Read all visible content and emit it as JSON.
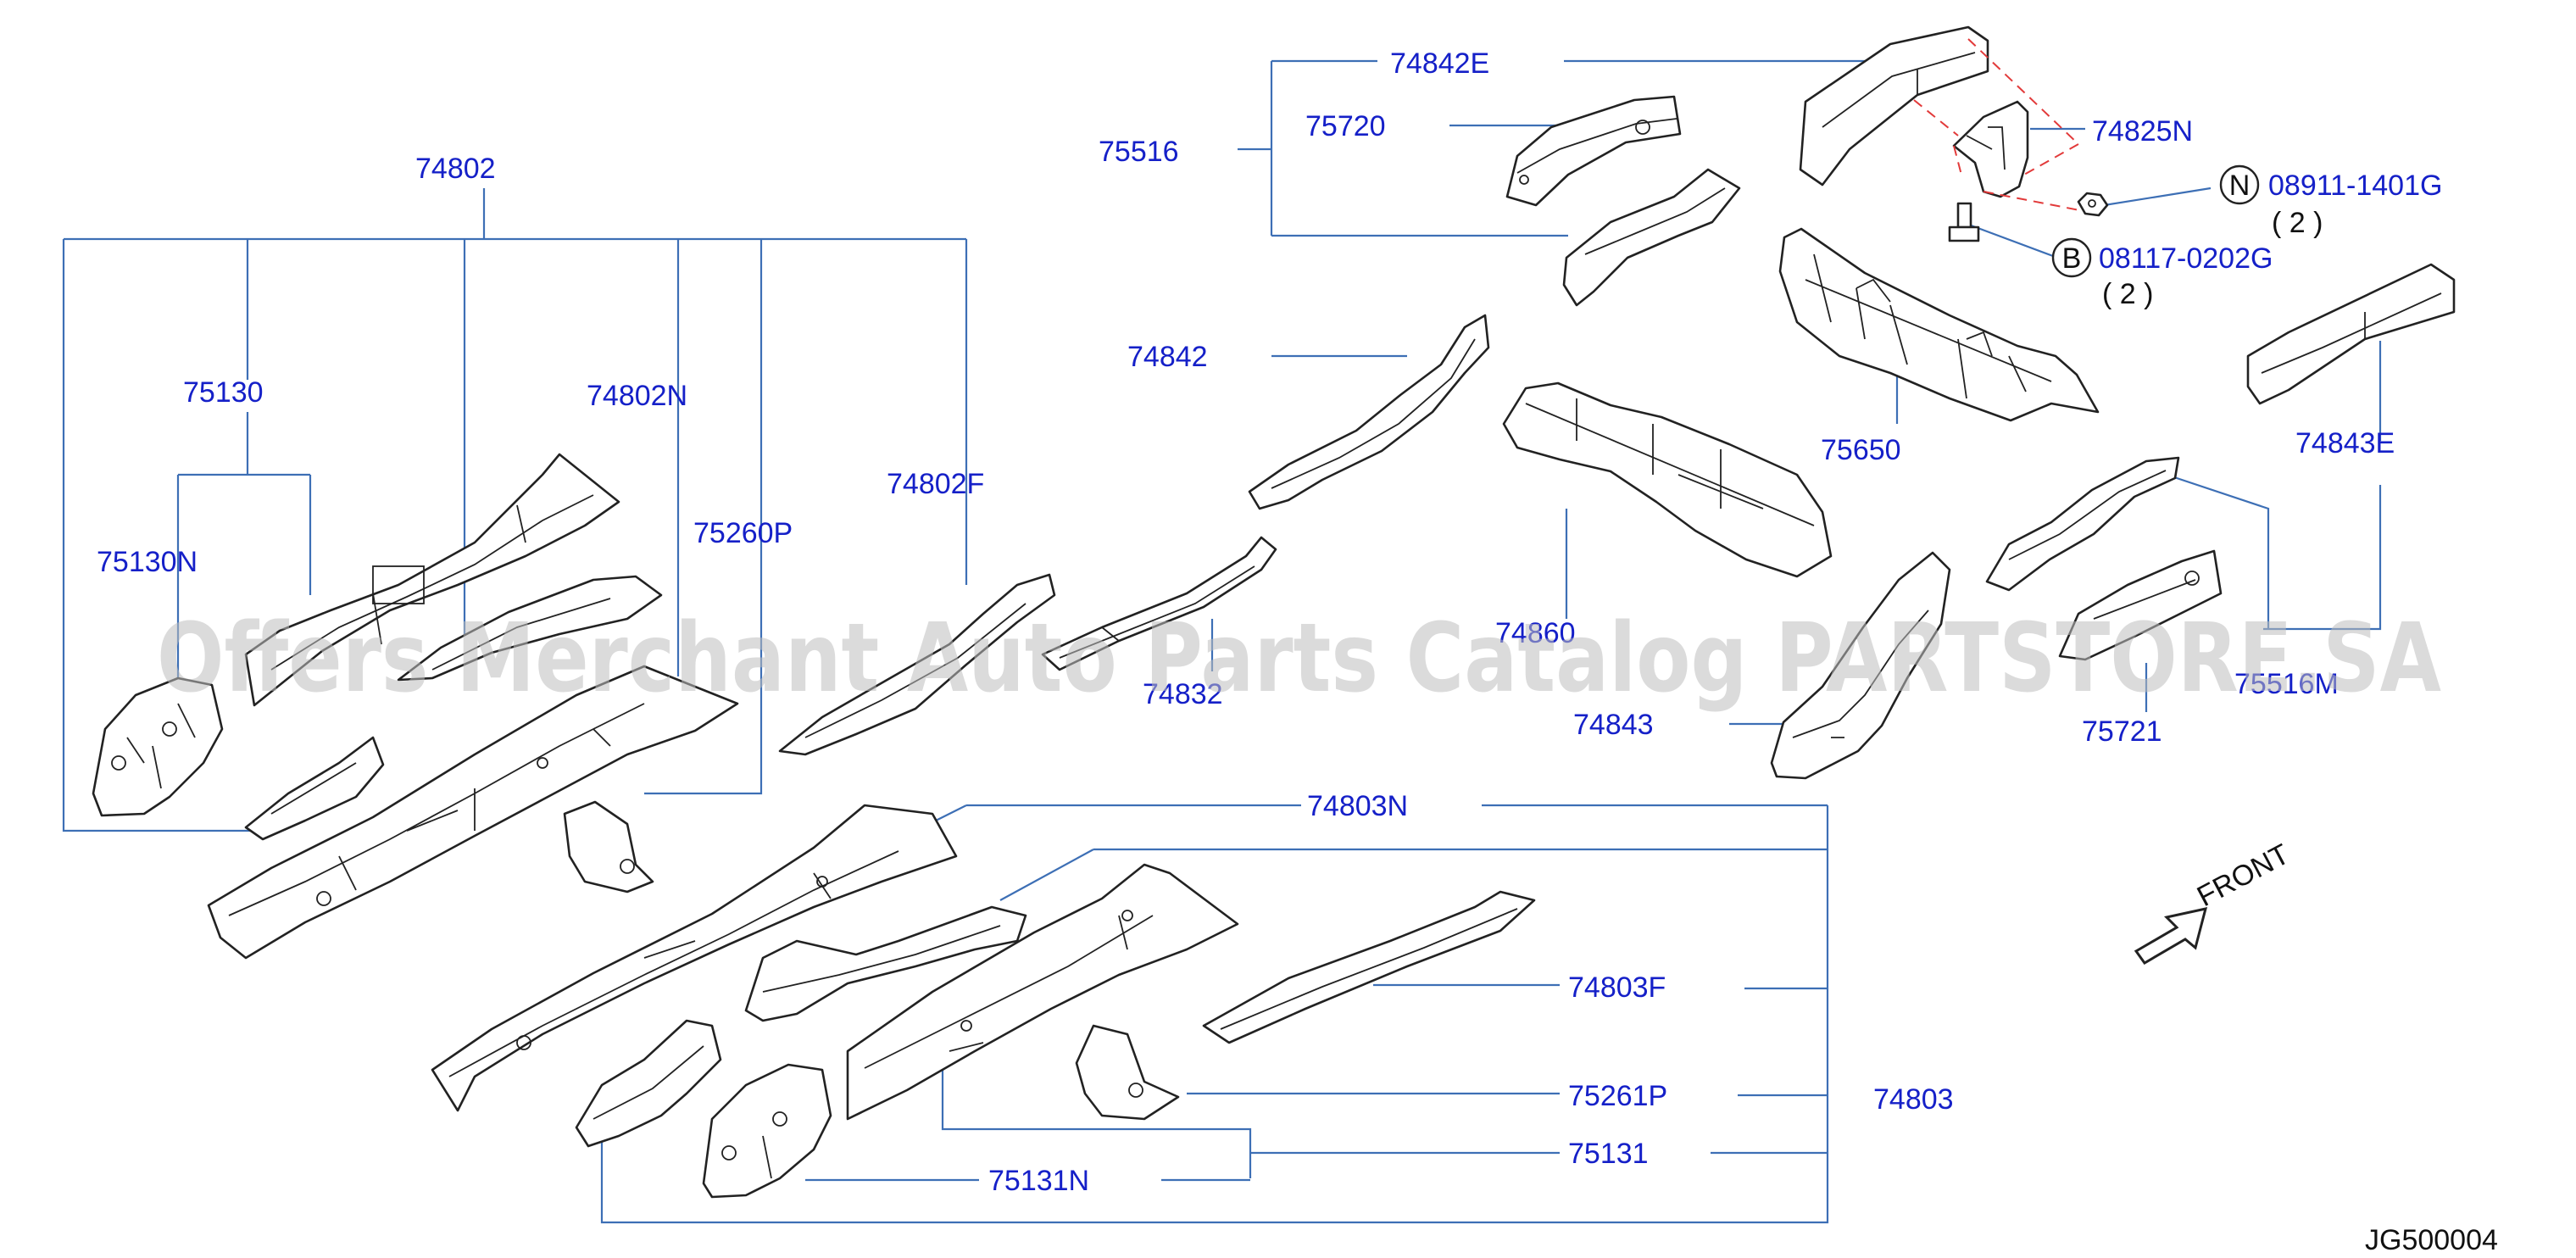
{
  "diagram_code": "JG500004",
  "watermark": "Offers Merchant Auto Parts Catalog PARTSTORE.SA",
  "front_indicator": "FRONT",
  "callouts": {
    "p74802": "74802",
    "p75130": "75130",
    "p75130N": "75130N",
    "p74802N": "74802N",
    "p75260P": "75260P",
    "p74802F": "74802F",
    "p75516": "75516",
    "p75720": "75720",
    "p74842E": "74842E",
    "p74842": "74842",
    "p74832": "74832",
    "p74860": "74860",
    "p74825N": "74825N",
    "p75650": "75650",
    "p74843E": "74843E",
    "p74843": "74843",
    "p75721": "75721",
    "p75516M": "75516M",
    "p74803N": "74803N",
    "p74803F": "74803F",
    "p75261P": "75261P",
    "p74803": "74803",
    "p75131": "75131",
    "p75131N": "75131N"
  },
  "fasteners": [
    {
      "badge": "N",
      "part": "08911-1401G",
      "qty": "( 2 )"
    },
    {
      "badge": "B",
      "part": "08117-0202G",
      "qty": "( 2 )"
    }
  ],
  "colors": {
    "label": "#1520c8",
    "leader": "#3d6fb5",
    "line_art": "#222222",
    "hidden_line": "#e23a3a"
  }
}
